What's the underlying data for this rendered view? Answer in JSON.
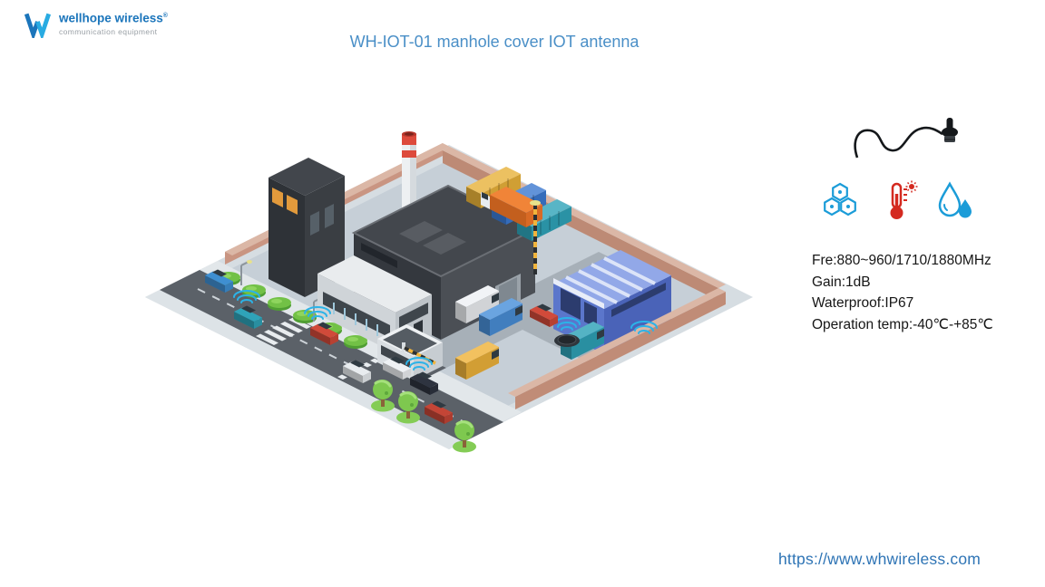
{
  "colors": {
    "accent_blue": "#4a8fc7",
    "logo_blue": "#1b75bb",
    "logo_cyan": "#29abe2",
    "url_blue": "#2e74b5",
    "icon_red": "#d42a20",
    "icon_blue": "#1b9cd8"
  },
  "header": {
    "logo": {
      "name": "wellhope wireless",
      "registered": "®",
      "tagline": "communication equipment"
    },
    "title": "WH-IOT-01 manhole cover IOT antenna"
  },
  "product": {
    "photo_icon": "manhole-iot-antenna-with-cable-photo",
    "feature_icons": [
      "hexagon-network-icon",
      "thermometer-icon",
      "waterproof-drops-icon"
    ],
    "specs": [
      "Fre:880~960/1710/1880MHz",
      "Gain:1dB",
      "Waterproof:IP67",
      "Operation temp:-40℃-+85℃"
    ]
  },
  "footer": {
    "url": "https://www.whwireless.com"
  }
}
